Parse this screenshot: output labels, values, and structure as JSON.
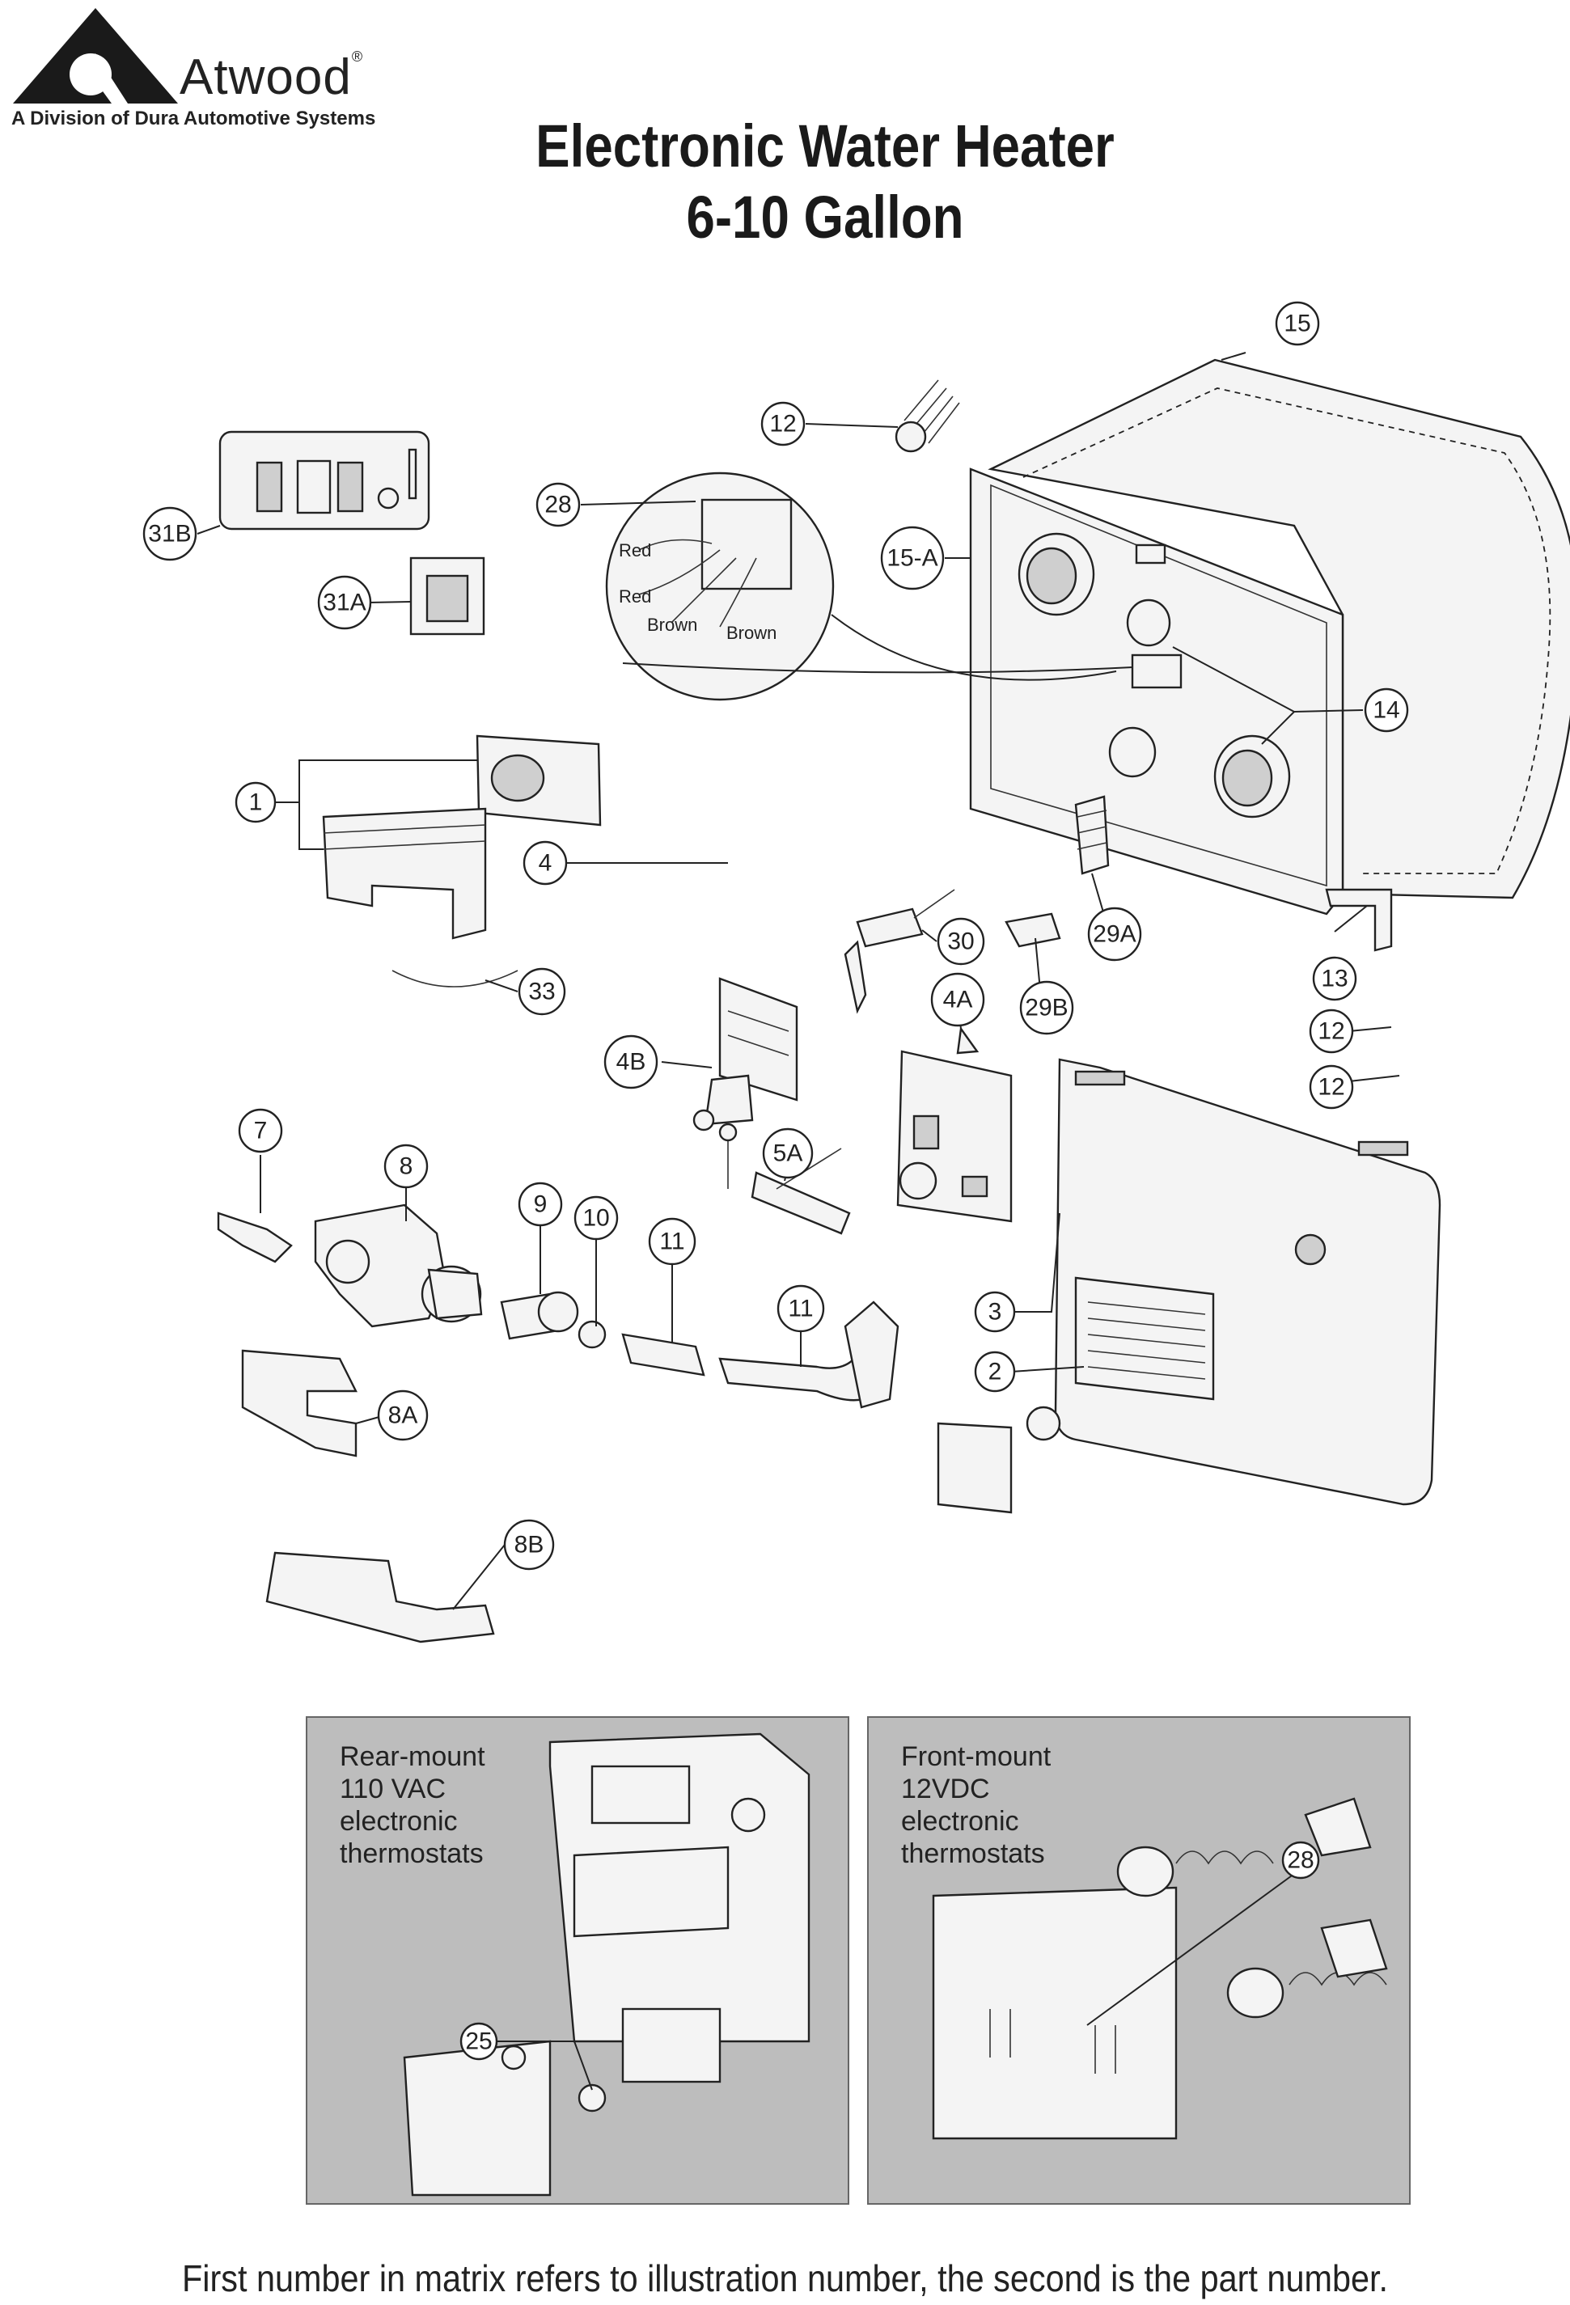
{
  "brand": {
    "name": "Atwood",
    "registered": "®",
    "subtitle": "A Division of Dura Automotive Systems"
  },
  "title": {
    "line1": "Electronic Water Heater",
    "line2": "6-10 Gallon"
  },
  "callouts": [
    "15",
    "12",
    "28",
    "31B",
    "31A",
    "15-A",
    "14",
    "1",
    "4",
    "30",
    "29A",
    "13",
    "33",
    "4A",
    "29B",
    "12",
    "12",
    "4B",
    "7",
    "8",
    "5A",
    "9",
    "10",
    "11",
    "11",
    "3",
    "2",
    "8A",
    "8B"
  ],
  "wire_labels": [
    "Red",
    "Red",
    "Brown",
    "Brown"
  ],
  "insets": {
    "left": {
      "caption": [
        "Rear-mount",
        "110 VAC",
        "electronic",
        "thermostats"
      ],
      "callout": "25"
    },
    "right": {
      "caption": [
        "Front-mount",
        "12VDC",
        "electronic",
        "thermostats"
      ],
      "callout": "28"
    }
  },
  "footnote": "First number in matrix refers to illustration number, the second is the part number."
}
